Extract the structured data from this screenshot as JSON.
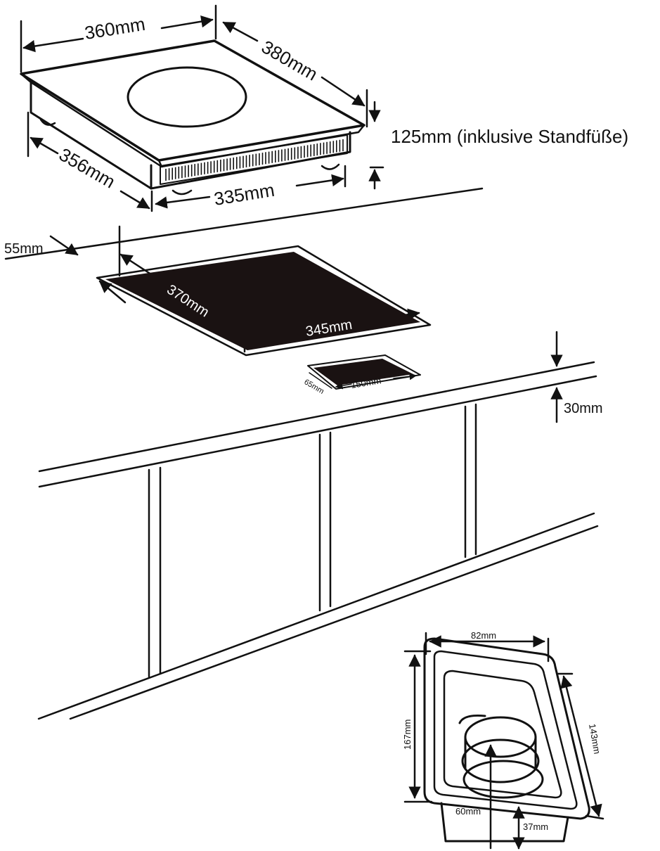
{
  "colors": {
    "ink": "#111111",
    "cutout": "#1a1212",
    "paper": "#ffffff"
  },
  "hob": {
    "width": "360mm",
    "depth": "380mm",
    "height": "125mm (inklusive Standfüße)",
    "base_depth": "356mm",
    "base_width": "335mm"
  },
  "cutout": {
    "wall_distance": "55mm",
    "depth": "370mm",
    "width": "345mm",
    "control_depth": "65mm",
    "control_width": "150mm",
    "worktop_thickness": "30mm"
  },
  "control_knob": {
    "outer_width": "82mm",
    "outer_height": "167mm",
    "inner_height": "143mm",
    "knob_size": "60mm",
    "depth": "37mm"
  }
}
